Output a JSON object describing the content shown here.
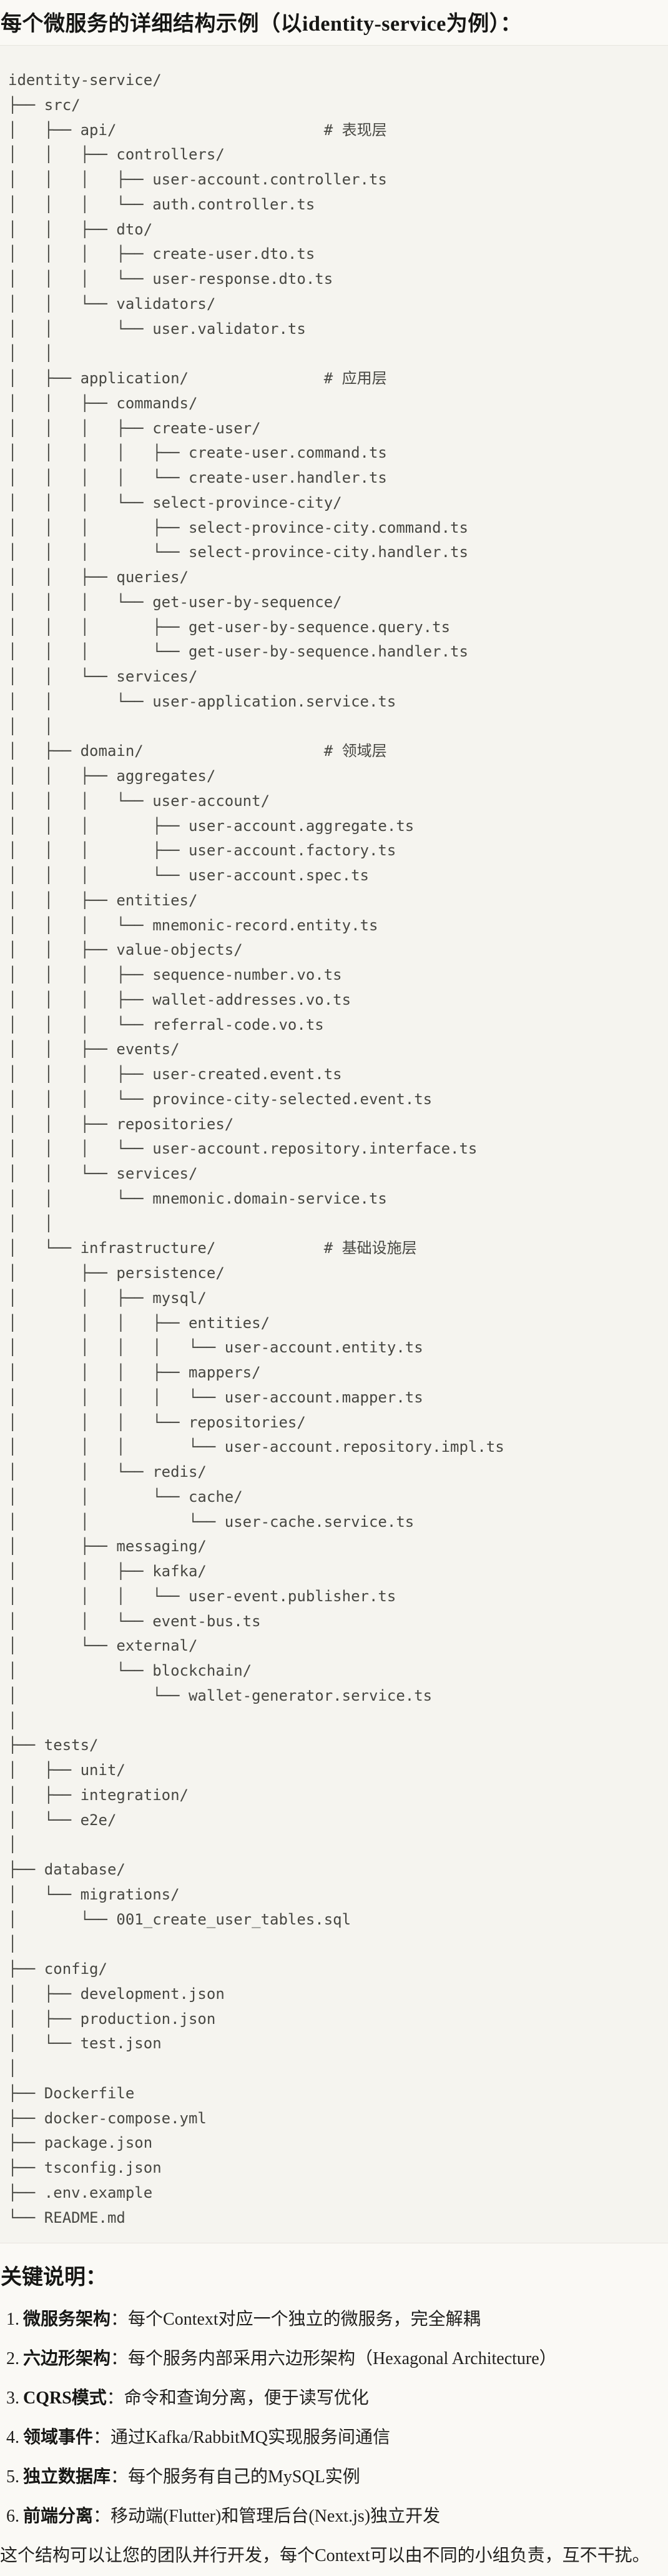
{
  "page": {
    "title": "每个微服务的详细结构示例（以identity-service为例）：",
    "notes_heading": "关键说明：",
    "closing_paragraph": "这个结构可以让您的团队并行开发，每个Context可以由不同的小组负责，互不干扰。"
  },
  "tree": {
    "language": "text",
    "lines": [
      "identity-service/",
      "├── src/",
      "│   ├── api/                       # 表现层",
      "│   │   ├── controllers/",
      "│   │   │   ├── user-account.controller.ts",
      "│   │   │   └── auth.controller.ts",
      "│   │   ├── dto/",
      "│   │   │   ├── create-user.dto.ts",
      "│   │   │   └── user-response.dto.ts",
      "│   │   └── validators/",
      "│   │       └── user.validator.ts",
      "│   │",
      "│   ├── application/               # 应用层",
      "│   │   ├── commands/",
      "│   │   │   ├── create-user/",
      "│   │   │   │   ├── create-user.command.ts",
      "│   │   │   │   └── create-user.handler.ts",
      "│   │   │   └── select-province-city/",
      "│   │   │       ├── select-province-city.command.ts",
      "│   │   │       └── select-province-city.handler.ts",
      "│   │   ├── queries/",
      "│   │   │   └── get-user-by-sequence/",
      "│   │   │       ├── get-user-by-sequence.query.ts",
      "│   │   │       └── get-user-by-sequence.handler.ts",
      "│   │   └── services/",
      "│   │       └── user-application.service.ts",
      "│   │",
      "│   ├── domain/                    # 领域层",
      "│   │   ├── aggregates/",
      "│   │   │   └── user-account/",
      "│   │   │       ├── user-account.aggregate.ts",
      "│   │   │       ├── user-account.factory.ts",
      "│   │   │       └── user-account.spec.ts",
      "│   │   ├── entities/",
      "│   │   │   └── mnemonic-record.entity.ts",
      "│   │   ├── value-objects/",
      "│   │   │   ├── sequence-number.vo.ts",
      "│   │   │   ├── wallet-addresses.vo.ts",
      "│   │   │   └── referral-code.vo.ts",
      "│   │   ├── events/",
      "│   │   │   ├── user-created.event.ts",
      "│   │   │   └── province-city-selected.event.ts",
      "│   │   ├── repositories/",
      "│   │   │   └── user-account.repository.interface.ts",
      "│   │   └── services/",
      "│   │       └── mnemonic.domain-service.ts",
      "│   │",
      "│   └── infrastructure/            # 基础设施层",
      "│       ├── persistence/",
      "│       │   ├── mysql/",
      "│       │   │   ├── entities/",
      "│       │   │   │   └── user-account.entity.ts",
      "│       │   │   ├── mappers/",
      "│       │   │   │   └── user-account.mapper.ts",
      "│       │   │   └── repositories/",
      "│       │   │       └── user-account.repository.impl.ts",
      "│       │   └── redis/",
      "│       │       └── cache/",
      "│       │           └── user-cache.service.ts",
      "│       ├── messaging/",
      "│       │   ├── kafka/",
      "│       │   │   └── user-event.publisher.ts",
      "│       │   └── event-bus.ts",
      "│       └── external/",
      "│           └── blockchain/",
      "│               └── wallet-generator.service.ts",
      "│",
      "├── tests/",
      "│   ├── unit/",
      "│   ├── integration/",
      "│   └── e2e/",
      "│",
      "├── database/",
      "│   └── migrations/",
      "│       └── 001_create_user_tables.sql",
      "│",
      "├── config/",
      "│   ├── development.json",
      "│   ├── production.json",
      "│   └── test.json",
      "│",
      "├── Dockerfile",
      "├── docker-compose.yml",
      "├── package.json",
      "├── tsconfig.json",
      "├── .env.example",
      "└── README.md"
    ]
  },
  "notes": {
    "items": [
      {
        "num": "1.",
        "label": "微服务架构",
        "text": "：每个Context对应一个独立的微服务，完全解耦"
      },
      {
        "num": "2.",
        "label": "六边形架构",
        "text": "：每个服务内部采用六边形架构（Hexagonal Architecture）"
      },
      {
        "num": "3.",
        "label": "CQRS模式",
        "text": "：命令和查询分离，便于读写优化"
      },
      {
        "num": "4.",
        "label": "领域事件",
        "text": "：通过Kafka/RabbitMQ实现服务间通信"
      },
      {
        "num": "5.",
        "label": "独立数据库",
        "text": "：每个服务有自己的MySQL实例"
      },
      {
        "num": "6.",
        "label": "前端分离",
        "text": "：移动端(Flutter)和管理后台(Next.js)独立开发"
      }
    ]
  }
}
